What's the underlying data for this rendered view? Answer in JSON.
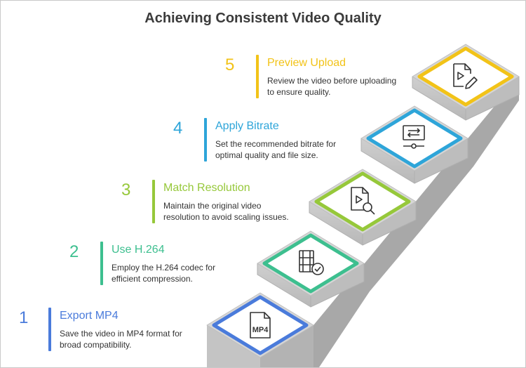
{
  "title": "Achieving Consistent Video Quality",
  "steps": [
    {
      "number": "1",
      "title": "Export MP4",
      "desc": [
        "Save the video in MP4 format for",
        "broad compatibility."
      ],
      "color": "#4A7BDB",
      "icon": "mp4-file-icon",
      "icon_text": "MP4"
    },
    {
      "number": "2",
      "title": "Use H.264",
      "desc": [
        "Employ the H.264 codec for",
        "efficient compression."
      ],
      "color": "#3DBF8F",
      "icon": "film-check-icon"
    },
    {
      "number": "3",
      "title": "Match Resolution",
      "desc": [
        "Maintain the original video",
        "resolution to avoid scaling issues."
      ],
      "color": "#96C83A",
      "icon": "video-search-icon"
    },
    {
      "number": "4",
      "title": "Apply Bitrate",
      "desc": [
        "Set the recommended bitrate for",
        "optimal quality and file size."
      ],
      "color": "#2EA5D9",
      "icon": "bitrate-settings-icon"
    },
    {
      "number": "5",
      "title": "Preview Upload",
      "desc": [
        "Review the video before uploading",
        "to ensure quality."
      ],
      "color": "#F2C318",
      "icon": "video-edit-icon"
    }
  ]
}
